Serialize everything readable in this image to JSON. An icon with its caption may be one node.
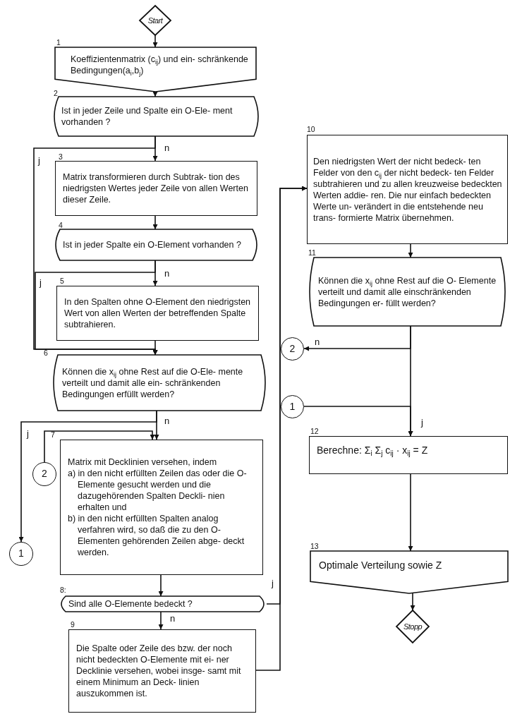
{
  "diagram": {
    "nodes": [
      {
        "text": [
          "Start"
        ]
      },
      {
        "text": [
          "Koeffizientenmatrix (c$_{ij}$) und ein- schränkende Bedingungen(a$_{i}$,b$_{j}$)"
        ],
        "beside": [
          "1"
        ]
      },
      {
        "text": [
          "Ist in jeder Zeile und Spalte ein O-Ele- ment vorhanden ?"
        ],
        "beside": [
          "2"
        ]
      },
      {
        "text": [
          "Matrix transformieren durch Subtrak- tion des niedrigsten Wertes jeder Zeile von allen Werten dieser Zeile."
        ],
        "beside": [
          "3"
        ]
      },
      {
        "text": [
          "Ist in jeder Spalte ein O-Element vorhanden ?"
        ],
        "beside": [
          "4"
        ]
      },
      {
        "text": [
          "In den Spalten ohne O-Element den niedrigsten Wert von allen Werten der betreffenden Spalte subtrahieren."
        ],
        "beside": [
          "5"
        ]
      },
      {
        "text": [
          "Können die x$_{ij}$ ohne Rest auf die O-Ele- mente verteilt und damit alle ein- schränkenden Bedingungen erfüllt werden?"
        ],
        "beside": [
          "6"
        ]
      },
      {
        "text": [
          "Matrix mit Decklinien versehen, indem",
          "a) in den nicht erfüllten Zeilen das oder die O-Elemente gesucht werden und die dazugehörenden Spalten Deckli- nien erhalten und",
          "b) in den nicht erfüllten Spalten analog verfahren wird, so daß die zu den O-Elementen gehörenden Zeilen abge- deckt werden."
        ],
        "beside": [
          "7"
        ]
      },
      {
        "text": [
          "Sind alle O-Elemente bedeckt ?"
        ],
        "beside": [
          "8:"
        ]
      },
      {
        "text": [
          "Die Spalte oder Zeile des bzw. der noch nicht bedeckten O-Elemente mit ei- ner Decklinie versehen, wobei insge- samt mit einem Minimum an Deck- linien auszukommen ist."
        ],
        "beside": [
          "9"
        ]
      },
      {
        "text": [
          "Den niedrigsten Wert der nicht bedeck- ten Felder von den c$_{ij}$ der nicht bedeck- ten Felder subtrahieren und zu allen kreuzweise bedeckten Werten addie- ren. Die nur einfach bedeckten Werte un- verändert in die entstehende neu trans- formierte Matrix übernehmen."
        ],
        "beside": [
          "10"
        ]
      },
      {
        "text": [
          "Können die x$_{ij}$ ohne Rest auf die O- Elemente verteilt und damit alle einschränkenden Bedingungen er- füllt werden?"
        ],
        "beside": [
          "11"
        ]
      },
      {
        "text": [
          "Berechne: Σ$_{i}$ Σ$_{j}$ c$_{ij}$ · x$_{ij}$ = Z"
        ],
        "beside": [
          "12"
        ]
      },
      {
        "text": [
          "Optimale Verteilung sowie Z"
        ],
        "beside": [
          "13"
        ]
      },
      {
        "text": [
          "Stopp"
        ]
      },
      {
        "text": [
          "2"
        ]
      },
      {
        "text": [
          "1"
        ]
      },
      {
        "text": [
          "2"
        ]
      },
      {
        "text": [
          "1"
        ]
      }
    ],
    "edges": [
      {
        "from": 0,
        "to": 1,
        "arrow": "to"
      },
      {
        "from": 1,
        "to": 2,
        "arrow": "to"
      },
      {
        "from": 2,
        "to": 3,
        "arrow": "to",
        "label": "n"
      },
      {
        "from": 2,
        "to": 6,
        "arrow": "to",
        "label": "j"
      },
      {
        "from": 3,
        "to": 4,
        "arrow": "to"
      },
      {
        "from": 4,
        "to": 5,
        "arrow": "to",
        "label": "n"
      },
      {
        "from": 4,
        "to": 6,
        "arrow": "to",
        "label": "j"
      },
      {
        "from": 5,
        "to": 6,
        "arrow": "to"
      },
      {
        "from": 6,
        "to": 7,
        "arrow": "to",
        "label": "n"
      },
      {
        "from": 6,
        "to": 18,
        "arrow": "to",
        "label": "j"
      },
      {
        "from": 17,
        "to": 7,
        "arrow": "to"
      },
      {
        "from": 7,
        "to": 8,
        "arrow": "to"
      },
      {
        "from": 8,
        "to": 9,
        "arrow": "to",
        "label": "n"
      },
      {
        "from": 8,
        "to": 10,
        "arrow": "to",
        "label": "j"
      },
      {
        "from": 9,
        "to": 10,
        "arrow": "to"
      },
      {
        "from": 10,
        "to": 11,
        "arrow": "to"
      },
      {
        "from": 11,
        "to": 15,
        "arrow": "to",
        "label": "n"
      },
      {
        "from": 11,
        "to": 12,
        "arrow": "to",
        "label": "j"
      },
      {
        "from": 16,
        "to": 12,
        "arrow": "to"
      },
      {
        "from": 12,
        "to": 13,
        "arrow": "to"
      },
      {
        "from": 13,
        "to": 14,
        "arrow": "to"
      }
    ]
  }
}
